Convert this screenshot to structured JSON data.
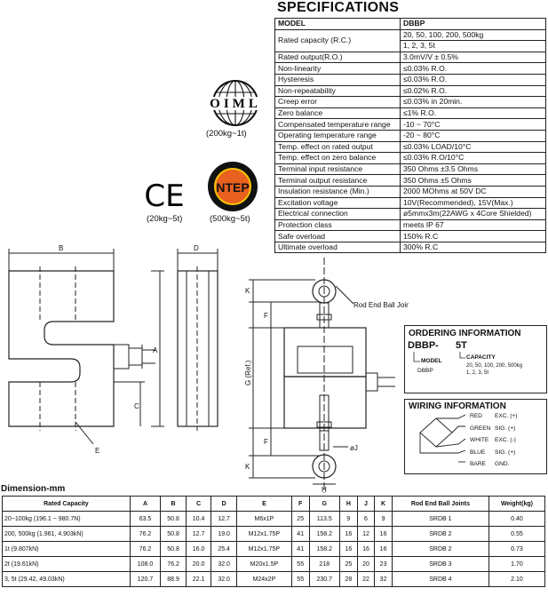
{
  "spec": {
    "title": "SPECIFICATIONS",
    "header": [
      "MODEL",
      "DBBP"
    ],
    "rows": [
      {
        "key": "Rated capacity (R.C.)",
        "val1": "20, 50, 100, 200, 500kg",
        "val2": "1, 2, 3, 5t"
      },
      {
        "key": "Rated output(R.O.)",
        "val": "3.0mV/V ± 0.5%"
      },
      {
        "key": "Non-linearity",
        "val": "≤0.03% R.O."
      },
      {
        "key": "Hysteresis",
        "val": "≤0.03% R.O."
      },
      {
        "key": "Non-repeatability",
        "val": "≤0.02% R.O."
      },
      {
        "key": "Creep error",
        "val": "≤0.03% in 20min."
      },
      {
        "key": "Zero balance",
        "val": "≤1% R.O."
      },
      {
        "key": "Compensated temperature range",
        "val": "-10 ~ 70°C"
      },
      {
        "key": "Operating temperature range",
        "val": "-20 ~ 80°C"
      },
      {
        "key": "Temp. effect on rated output",
        "val": "≤0.03% LOAD/10°C"
      },
      {
        "key": "Temp. effect on zero balance",
        "val": "≤0.03% R.O/10°C"
      },
      {
        "key": "Terminal input resistance",
        "val": "350 Ohms ±3.5 Ohms"
      },
      {
        "key": "Terminal output resistance",
        "val": "350 Ohms ±5 Ohms"
      },
      {
        "key": "Insulation resistance (Min.)",
        "val": "2000 MOhms at 50V DC"
      },
      {
        "key": "Excitation voltage",
        "val": "10V(Recommended), 15V(Max.)"
      },
      {
        "key": "Electrical connection",
        "val": "ø5mmx3m(22AWG x 4Core Shielded)"
      },
      {
        "key": "Protection class",
        "val": "meets IP 67"
      },
      {
        "key": "Safe overload",
        "val": "150% R.C"
      },
      {
        "key": "Ultimate overload",
        "val": "300% R.C"
      }
    ]
  },
  "logos": {
    "oiml_text": "OIML",
    "oiml_caption": "(200kg~1t)",
    "ce_text": "CE",
    "ce_caption": "(20kg~5t)",
    "ntep_text": "NTEP",
    "ntep_caption": "(500kg~5t)"
  },
  "drawing": {
    "labels": {
      "b": "B",
      "d": "D",
      "a": "A",
      "c": "C",
      "e": "E",
      "k": "K",
      "f": "F",
      "g": "G (Ref.)",
      "j": "øJ",
      "h": "H",
      "rod_end": "Rod End Ball Joint"
    }
  },
  "ordering": {
    "title": "ORDERING INFORMATION",
    "model": "DBBP",
    "dash": "-",
    "capacity_code": "5T",
    "model_label": "MODEL",
    "capacity_label": "CAPACITY",
    "model_value": "DBBP",
    "capacity_values": "20, 50, 100, 200, 500kg\n1, 2, 3, 5t"
  },
  "wiring": {
    "title": "WIRING INFORMATION",
    "rows": [
      {
        "color": "RED",
        "func": "EXC. (+)"
      },
      {
        "color": "GREEN",
        "func": "SIG. (+)"
      },
      {
        "color": "WHITE",
        "func": "EXC. (-)"
      },
      {
        "color": "BLUE",
        "func": "SIG. (+)"
      },
      {
        "color": "BARE",
        "func": "GND."
      }
    ]
  },
  "dimension": {
    "title": "Dimension-mm",
    "headers": [
      "Rated Capacity",
      "A",
      "B",
      "C",
      "D",
      "E",
      "F",
      "G",
      "H",
      "J",
      "K",
      "Rod End Ball Joints",
      "Weight(kg)"
    ],
    "rows": [
      [
        "20~100kg (196.1 ~ 980.7N)",
        "63.5",
        "50.8",
        "10.4",
        "12.7",
        "M6x1P",
        "25",
        "113.5",
        "9",
        "6",
        "9",
        "SRDB 1",
        "0.40"
      ],
      [
        "200, 500kg (1.961, 4.903kN)",
        "76.2",
        "50.8",
        "12.7",
        "19.0",
        "M12x1.75P",
        "41",
        "158.2",
        "16",
        "12",
        "16",
        "SRDB 2",
        "0.55"
      ],
      [
        "1t (9.807kN)",
        "76.2",
        "50.8",
        "16.0",
        "25.4",
        "M12x1.75P",
        "41",
        "158.2",
        "16",
        "16",
        "16",
        "SRDB 2",
        "0.73"
      ],
      [
        "2t (19.61kN)",
        "108.0",
        "76.2",
        "20.0",
        "32.0",
        "M20x1.5P",
        "55",
        "218",
        "25",
        "20",
        "23",
        "SRDB 3",
        "1.70"
      ],
      [
        "3, 5t (29.42, 49.03kN)",
        "120.7",
        "88.9",
        "22.1",
        "32.0",
        "M24x2P",
        "55",
        "230.7",
        "28",
        "22",
        "32",
        "SRDB 4",
        "2.10"
      ]
    ]
  }
}
